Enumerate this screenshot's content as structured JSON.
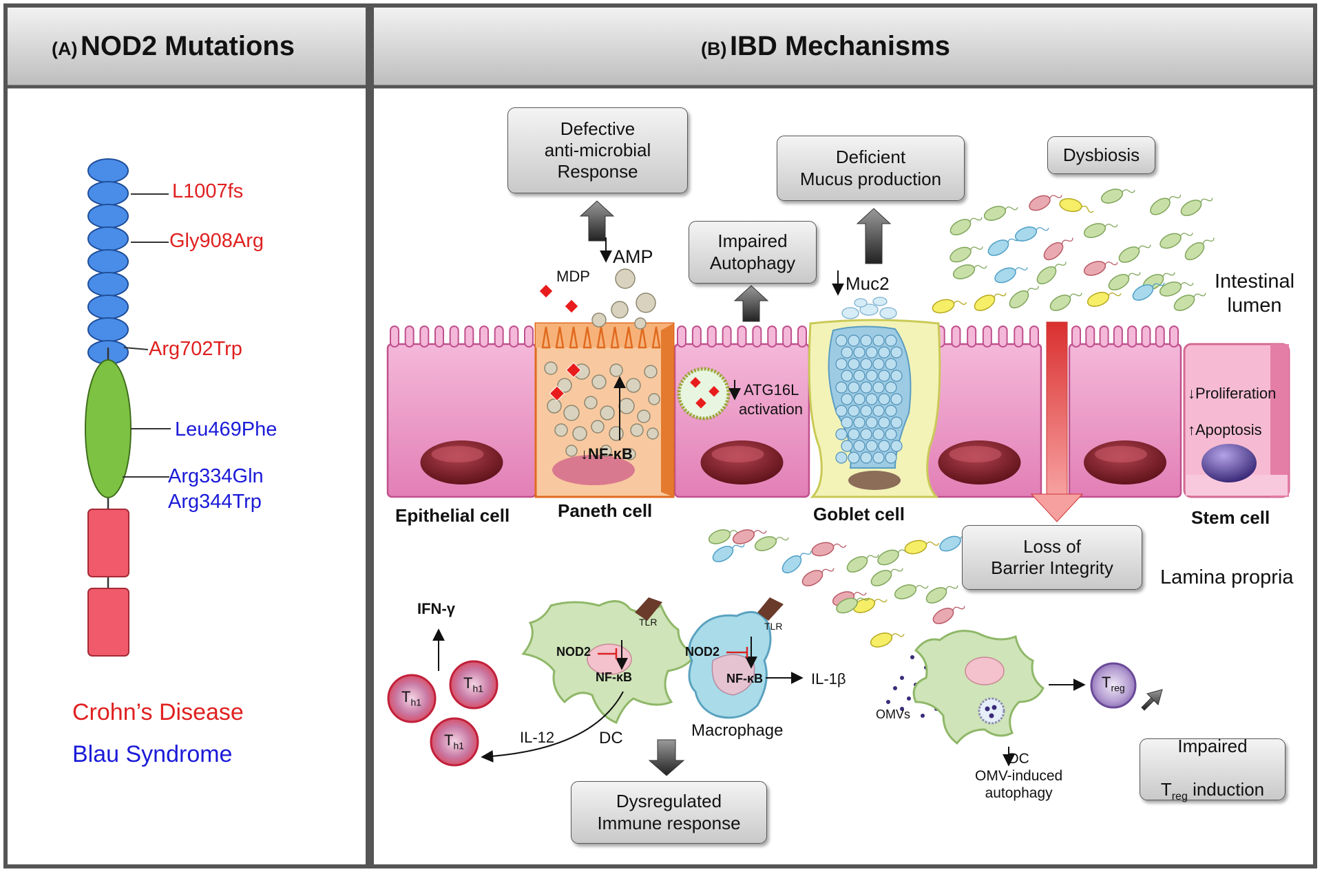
{
  "panel_a": {
    "letter": "(A)",
    "title": "NOD2 Mutations",
    "mutations": [
      "L1007fs",
      "Gly908Arg",
      "Arg702Trp",
      "Leu469Phe",
      "Arg334Gln",
      "Arg344Trp"
    ],
    "legend": {
      "crohns": "Crohn’s Disease",
      "blau": "Blau Syndrome"
    },
    "colors": {
      "crohns": "#e02020",
      "blau": "#1a1ad8",
      "lrr": "#4a8de8",
      "nod": "#7dc242",
      "card": "#f05a6a"
    }
  },
  "panel_b": {
    "letter": "(B)",
    "title": "IBD Mechanisms",
    "boxes": {
      "antimicrobial": "Defective\nanti-microbial\nResponse",
      "mucus": "Deficient\nMucus production",
      "dysbiosis": "Dysbiosis",
      "autophagy": "Impaired\nAutophagy",
      "barrier": "Loss of\nBarrier Integrity",
      "immune": "Dysregulated\nImmune response",
      "treg_pre": "Impaired",
      "treg_t": "T",
      "treg_sub": "reg",
      "treg_post": " induction"
    },
    "region_labels": {
      "lumen": "Intestinal\nlumen",
      "lamina": "Lamina propria"
    },
    "cells": {
      "epithelial": "Epithelial cell",
      "paneth": "Paneth cell",
      "goblet": "Goblet cell",
      "stem": "Stem cell",
      "macrophage": "Macrophage",
      "dc": "DC"
    },
    "labels": {
      "amp": "AMP",
      "mdp": "MDP",
      "muc2": "Muc2",
      "nfkb": "NF-κB",
      "atg16l": "ATG16L",
      "activation": "activation",
      "proliferation": "Proliferation",
      "apoptosis": "Apoptosis",
      "ifn": "IFN-γ",
      "th_t": "T",
      "th_sub": "h1",
      "tlr": "TLR",
      "nod2": "NOD2",
      "il12": "IL-12",
      "il1b": "IL-1β",
      "omvs": "OMVs",
      "dc_omv": "DC\nOMV-induced\nautophagy",
      "treg_t": "T",
      "treg_sub": "reg",
      "down": "↓",
      "up": "↑"
    }
  }
}
